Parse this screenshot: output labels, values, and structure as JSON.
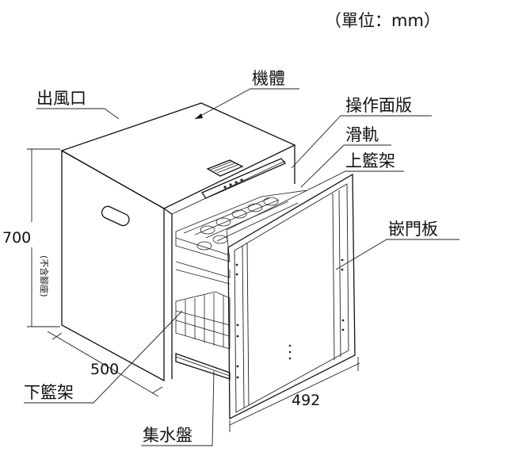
{
  "unit_note": "（單位：mm）",
  "labels": {
    "body": "機體",
    "air_outlet": "出風口",
    "control_panel": "操作面版",
    "slide_rail": "滑軌",
    "upper_basket": "上籃架",
    "embedded_door": "嵌門板",
    "lower_basket": "下籃架",
    "drip_tray": "集水盤"
  },
  "dimensions": {
    "height": "700",
    "height_note": "(不含腳座)",
    "depth": "500",
    "width": "492"
  }
}
